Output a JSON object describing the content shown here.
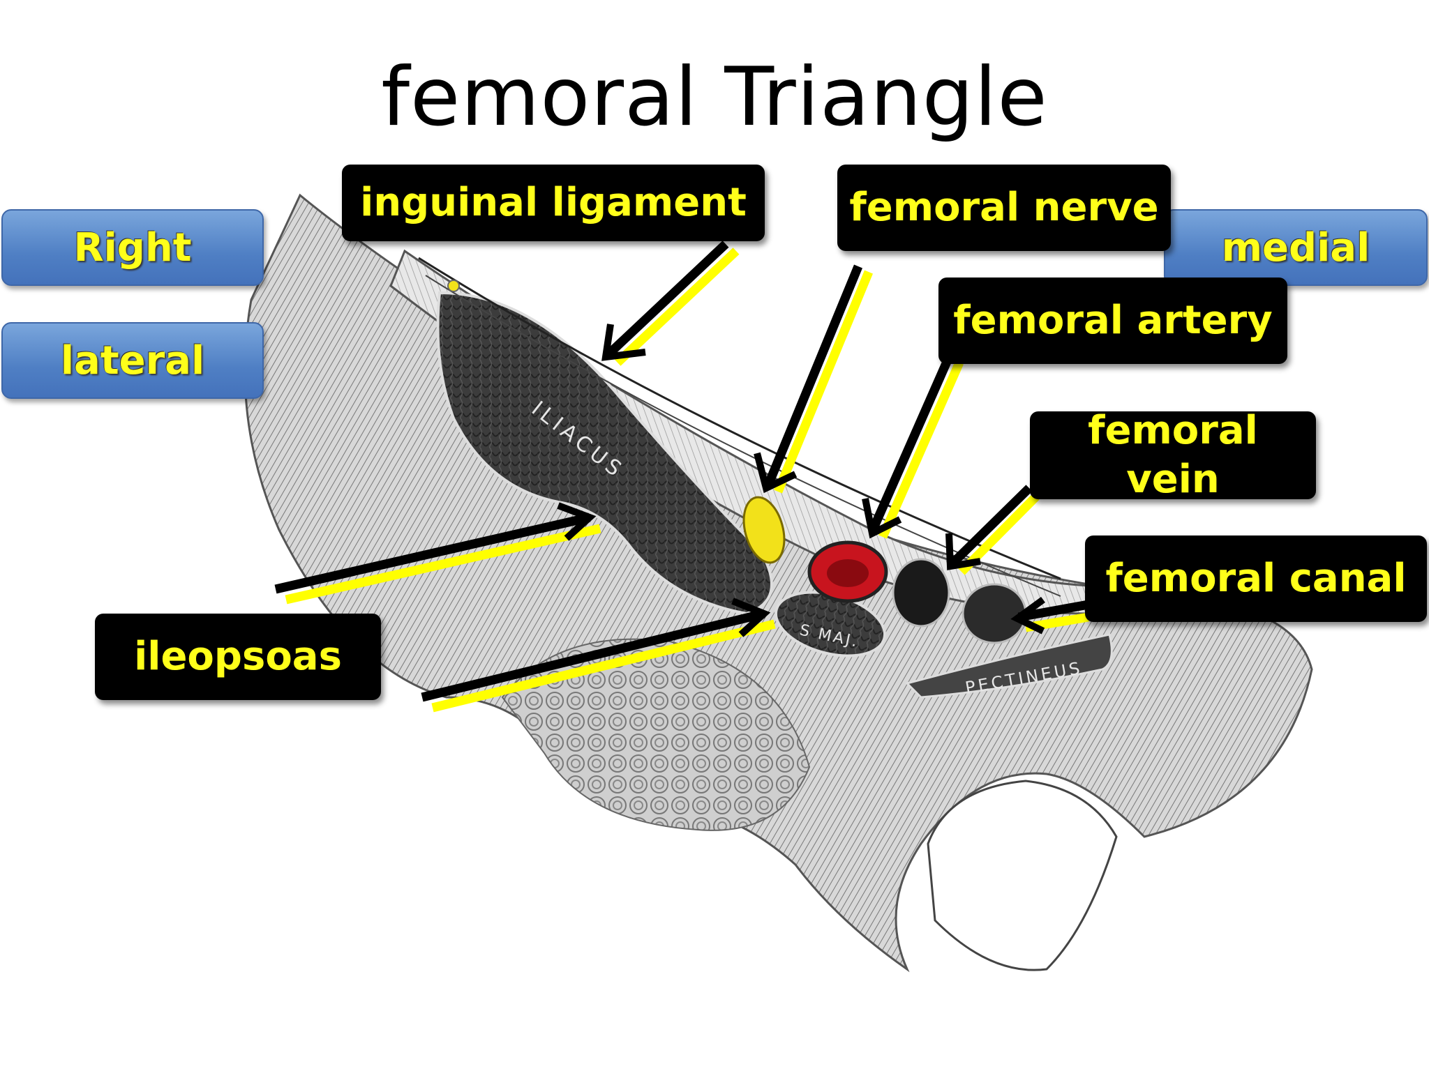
{
  "title": "femoral Triangle",
  "orientation": {
    "right": "Right",
    "lateral": "lateral",
    "medial": "medial"
  },
  "labels": {
    "inguinal_ligament": "inguinal ligament",
    "femoral_nerve": "femoral nerve",
    "femoral_artery": "femoral artery",
    "femoral_vein_line1": "femoral",
    "femoral_vein_line2": "vein",
    "femoral_canal": "femoral canal",
    "ileopsoas": "ileopsoas"
  },
  "illustration_text": {
    "iliacus": "ILIACUS",
    "psoas_major": "S MAJ.",
    "pectineus": "PECTINEUS"
  },
  "colors": {
    "label_bg": "#000000",
    "label_text": "#ffff1a",
    "arrow_yellow": "#ffff00",
    "nerve": "#f2e11a",
    "artery": "#c8141e",
    "blue_tag": "#4f7fc4"
  }
}
